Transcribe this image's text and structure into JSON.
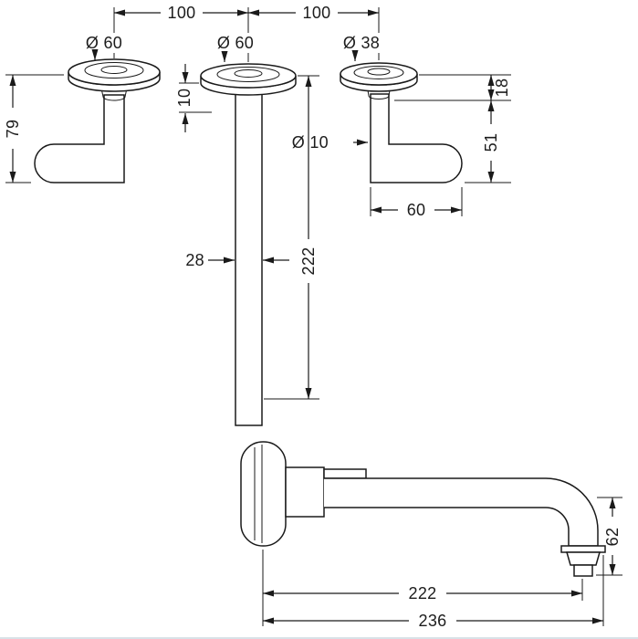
{
  "top_view": {
    "handle_spacing_left": "100",
    "handle_spacing_right": "100",
    "left_handle": {
      "diameter": "Ø 60",
      "height": "79"
    },
    "spout": {
      "flange_diameter": "Ø 60",
      "flange_depth": "10",
      "body_width": "28",
      "length": "222"
    },
    "right_handle": {
      "diameter": "Ø 38",
      "flange_depth": "18",
      "lever_drop": "51",
      "lever_diameter": "Ø 10",
      "lever_length": "60"
    }
  },
  "side_view": {
    "outlet_drop": "62",
    "reach_to_aerator": "222",
    "overall_reach": "236"
  }
}
